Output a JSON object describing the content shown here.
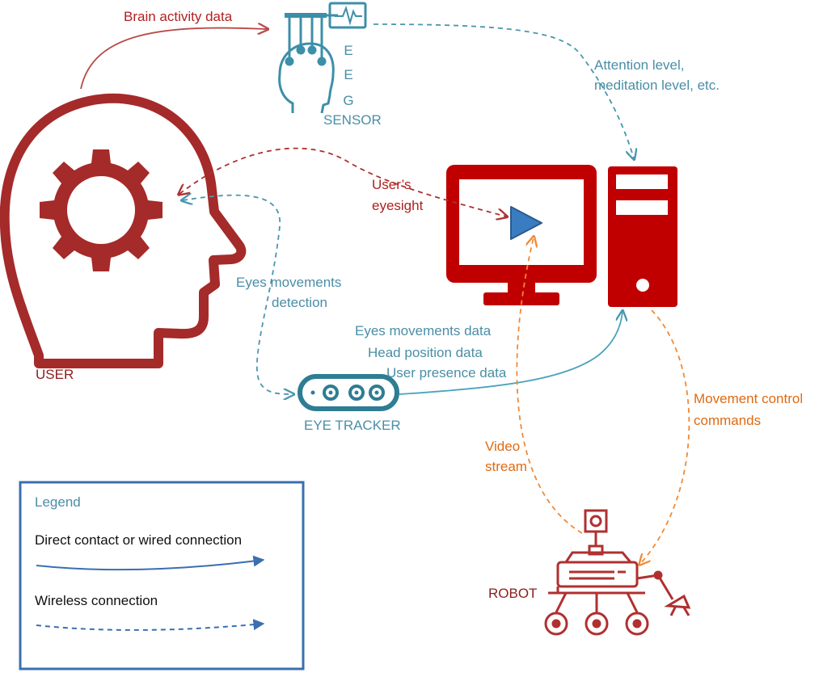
{
  "labels": {
    "brain_activity": "Brain activity data",
    "eeg_letters": [
      "E",
      "E",
      "G"
    ],
    "sensor": "SENSOR",
    "attention_line1": "Attention level,",
    "attention_line2": "meditation level, etc.",
    "user_eyesight_line1": "User’s",
    "user_eyesight_line2": "eyesight",
    "eyes_detection_line1": "Eyes movements",
    "eyes_detection_line2": "detection",
    "eyes_data": "Eyes movements data",
    "head_data": "Head position data",
    "presence_data": "User presence data",
    "user": "USER",
    "eye_tracker": "EYE TRACKER",
    "movement_line1": "Movement control",
    "movement_line2": "commands",
    "video_line1": "Video",
    "video_line2": "stream",
    "robot": "ROBOT"
  },
  "legend": {
    "title": "Legend",
    "wired": "Direct contact or wired connection",
    "wireless": "Wireless connection"
  },
  "colors": {
    "user_red": "#a52a2a",
    "computer_red": "#c00000",
    "teal": "#3c8fa8",
    "orange": "#f08a36",
    "legend_border": "#3a6fb0",
    "play_blue": "#3a7cc0"
  },
  "icons": [
    "user-head-icon",
    "gear-icon",
    "eeg-sensor-icon",
    "monitor-icon",
    "play-icon",
    "computer-tower-icon",
    "eye-tracker-icon",
    "robot-icon"
  ]
}
